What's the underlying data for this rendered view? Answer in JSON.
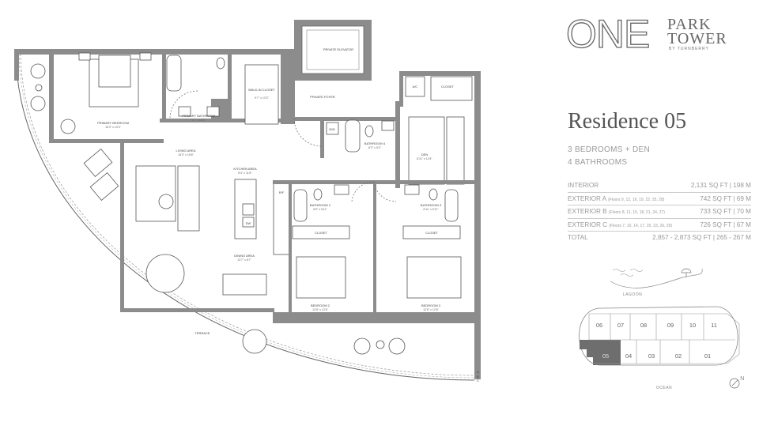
{
  "brand": {
    "one": "ONE",
    "park": "PARK",
    "tower": "TOWER",
    "by": "BY TURNBERRY"
  },
  "residence": {
    "title": "Residence 05",
    "bedrooms": "3 BEDROOMS + DEN",
    "bathrooms": "4 BATHROOMS"
  },
  "areas": [
    {
      "label": "INTERIOR",
      "floors": "",
      "value": "2,131 SQ FT  |  198 M"
    },
    {
      "label": "EXTERIOR A",
      "floors": "(Floors 9, 12, 16, 19, 22, 25, 28)",
      "value": "742 SQ FT  |  69 M"
    },
    {
      "label": "EXTERIOR B",
      "floors": "(Floors 8, 11, 15, 18, 21, 24, 27)",
      "value": "733 SQ FT  |  70 M"
    },
    {
      "label": "EXTERIOR C",
      "floors": "(Floors 7, 10, 14, 17, 20, 23, 26, 29)",
      "value": "726 SQ FT  |  67 M"
    },
    {
      "label": "TOTAL",
      "floors": "",
      "value": "2,857 - 2,873 SQ FT  |  265 - 267 M"
    }
  ],
  "rooms": {
    "primary_bedroom": {
      "name": "PRIMARY BEDROOM",
      "dim": "16'3\" x 13'3\""
    },
    "primary_bathroom": {
      "name": "PRIMARY BATHROOM",
      "dim": "9'1\" x 13'3\""
    },
    "walk_in_closet": {
      "name": "WALK-IN CLOSET",
      "dim": "9'7\" x 13'3\""
    },
    "private_elevator": {
      "name": "PRIVATE ELEVATOR"
    },
    "private_foyer": {
      "name": "PRIVATE FOYER"
    },
    "ac": {
      "name": "A/C"
    },
    "closet_den": {
      "name": "CLOSET"
    },
    "wd": {
      "name": "W/D"
    },
    "bathroom4": {
      "name": "BATHROOM 4",
      "dim": "8'3\" x 5'3\""
    },
    "den": {
      "name": "DEN",
      "dim": "8'11\" x 12'4\""
    },
    "living_area": {
      "name": "LIVING AREA",
      "dim": "16'3\" x 15'8\""
    },
    "kitchen_area": {
      "name": "KITCHEN AREA",
      "dim": "8'4\" x 11'8\""
    },
    "dw": {
      "name": "DW"
    },
    "rf": {
      "name": "R/F"
    },
    "dining_area": {
      "name": "DINING AREA",
      "dim": "13'7\" x 8'7\""
    },
    "bathroom2": {
      "name": "BATHROOM 2",
      "dim": "8'9\" x 5'11\""
    },
    "bathroom3": {
      "name": "BATHROOM 3",
      "dim": "8'11\" x 5'11\""
    },
    "closet2": {
      "name": "CLOSET"
    },
    "closet3": {
      "name": "CLOSET"
    },
    "bedroom2": {
      "name": "BEDROOM 2",
      "dim": "12'8\" x 12'6\""
    },
    "bedroom3": {
      "name": "BEDROOM 3",
      "dim": "12'8\" x 12'6\""
    },
    "terrace": {
      "name": "TERRACE"
    }
  },
  "exterior_markers": [
    "A",
    "B",
    "C"
  ],
  "keyplan": {
    "lagoon": "LAGOON",
    "ocean": "OCEAN",
    "north": "N",
    "highlight_color": "#6e6e6e",
    "top_units": [
      "06",
      "07",
      "08",
      "09",
      "10",
      "11"
    ],
    "bottom_units": [
      "05",
      "04",
      "03",
      "02",
      "01"
    ],
    "selected": "05"
  }
}
